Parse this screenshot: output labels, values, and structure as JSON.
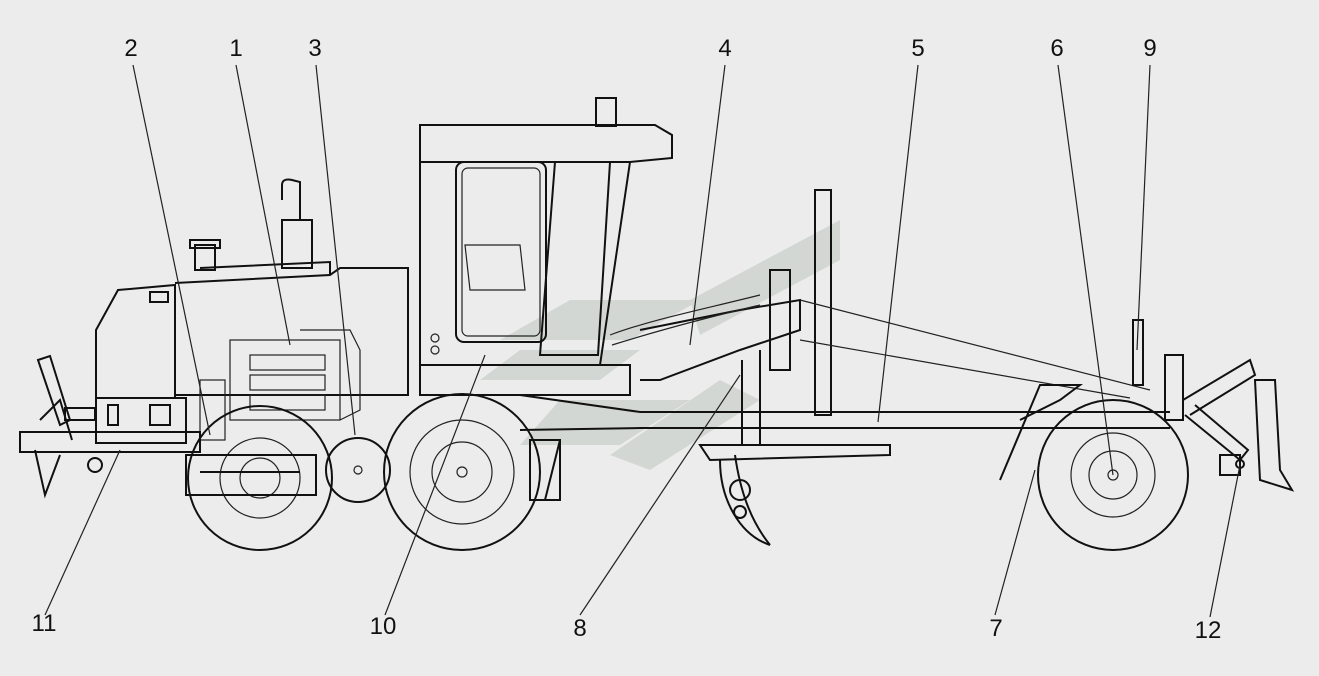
{
  "diagram": {
    "background": "#ececec",
    "line_color": "#111111",
    "watermark_color": "#cfd4cf",
    "callouts": [
      "1",
      "2",
      "3",
      "4",
      "5",
      "6",
      "7",
      "8",
      "9",
      "10",
      "11",
      "12"
    ]
  }
}
